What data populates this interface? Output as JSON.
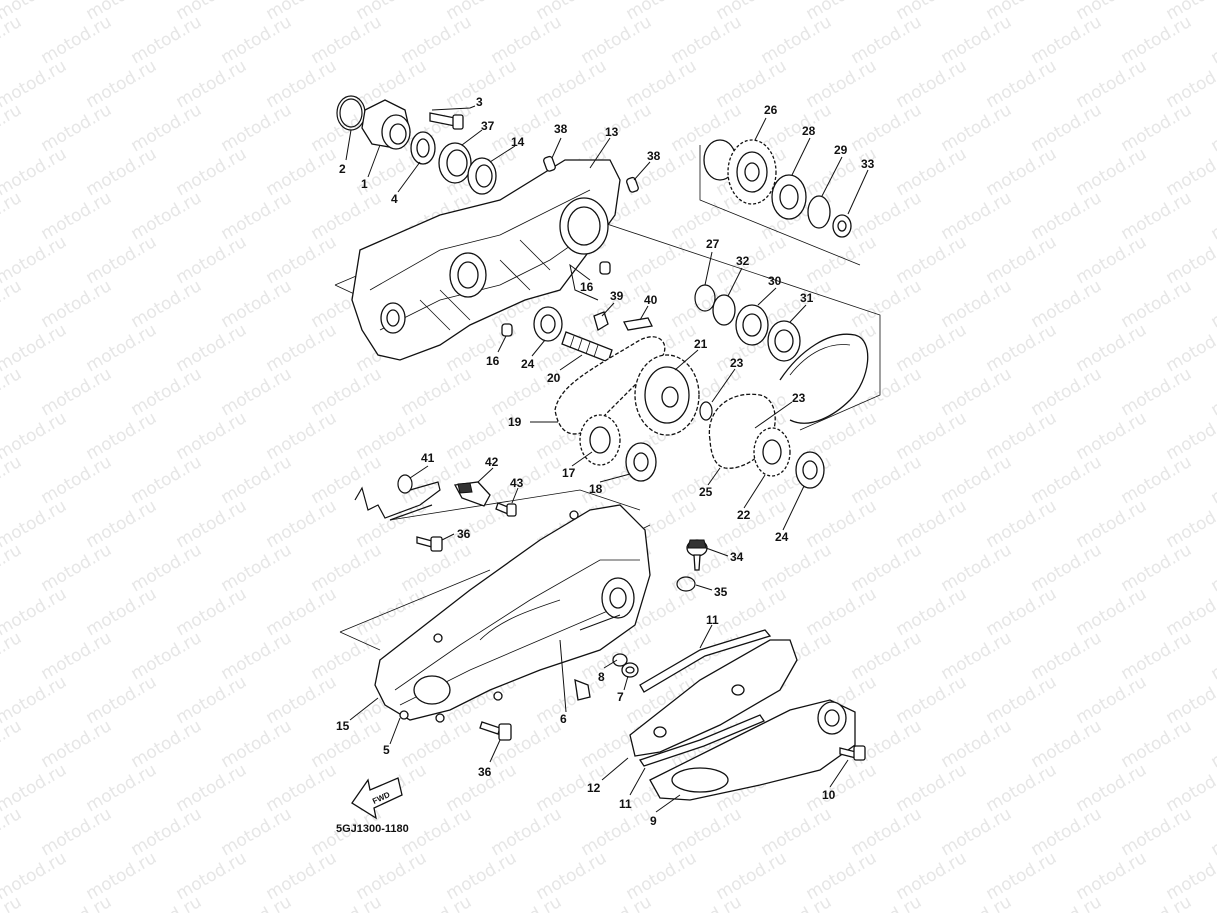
{
  "watermark": "motod.ru",
  "diagram_code": "5GJ1300-1180",
  "fwd_label": "FWD",
  "callouts": [
    "1",
    "2",
    "3",
    "4",
    "5",
    "6",
    "7",
    "8",
    "9",
    "10",
    "11",
    "11",
    "12",
    "13",
    "14",
    "15",
    "16",
    "16",
    "17",
    "18",
    "19",
    "20",
    "21",
    "22",
    "23",
    "23",
    "24",
    "24",
    "25",
    "26",
    "27",
    "28",
    "29",
    "30",
    "31",
    "32",
    "33",
    "34",
    "35",
    "36",
    "36",
    "37",
    "38",
    "38",
    "39",
    "40",
    "41",
    "42",
    "43"
  ]
}
